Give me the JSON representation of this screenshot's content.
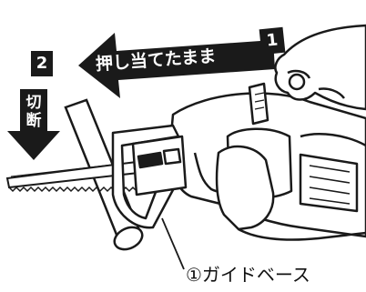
{
  "instruction": {
    "step2_number": "2",
    "step1_number": "1",
    "press_text": "押し当てたまま",
    "cut_text": "切断"
  },
  "callout": {
    "label": "①ガイドベース"
  },
  "colors": {
    "ink": "#1a1a1a",
    "paper": "#ffffff"
  },
  "icons": [
    "left-arrow-icon",
    "down-arrow-icon",
    "hand-icon",
    "saw-icon",
    "pipe-icon"
  ]
}
